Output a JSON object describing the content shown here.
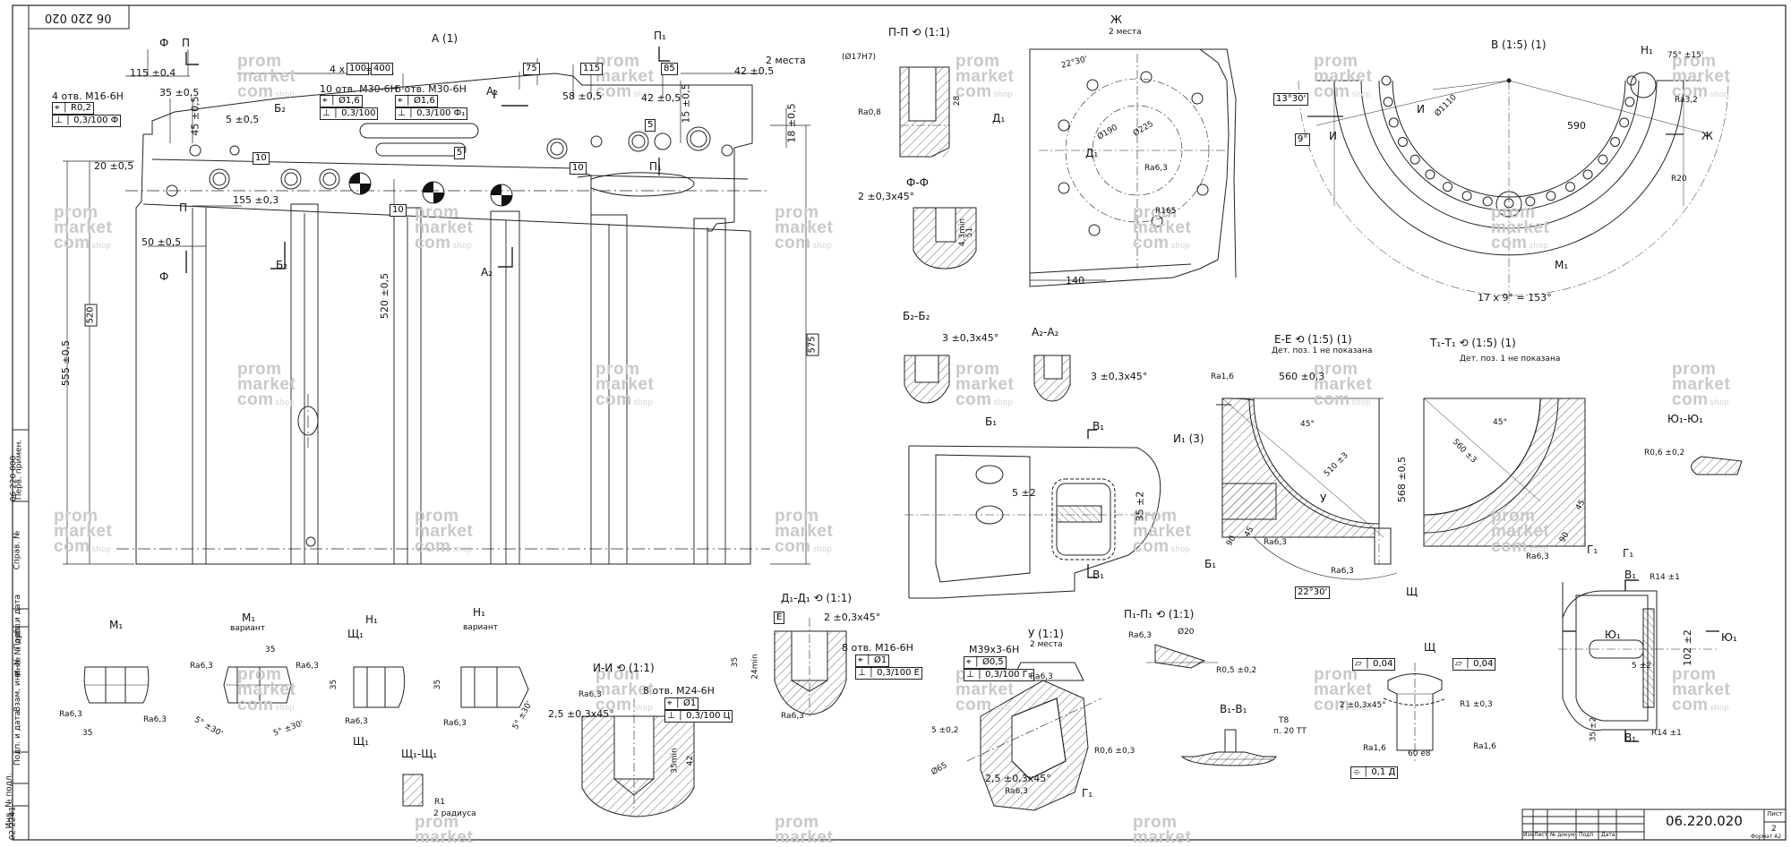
{
  "drawing": {
    "number": "06.220.020",
    "number_rotated": "06 220 020",
    "format_note": "Формат А2",
    "sheet_label": "Лист",
    "sheet_number": "2",
    "title_block_cols": [
      "Изм",
      "Лист",
      "№ докум",
      "Подп",
      "Дата"
    ]
  },
  "watermark": {
    "line1": "prom",
    "line2": "market",
    "line3": "com",
    "suffix": "shop"
  },
  "side_strip": [
    "Инв. № подл.",
    "Подп. и дата",
    "Взам. инв. №",
    "Инв. № дубл.",
    "Подп. и дата",
    "Справ. №",
    "Перв. примен.",
    "06 220 000",
    "02-2241"
  ],
  "views": {
    "main": {
      "title": "А",
      "sub": "(1)"
    },
    "pp": {
      "title": "П-П",
      "scale": "(1:1)"
    },
    "zh": {
      "title": "Ж",
      "note": "2 места"
    },
    "v": {
      "title": "В (1:5)",
      "sub": "(1)"
    },
    "ff": {
      "title": "Ф-Ф"
    },
    "b2b2": {
      "title": "Б₂-Б₂"
    },
    "a2a2": {
      "title": "А₂-А₂"
    },
    "ee": {
      "title": "Е-Е",
      "scale": "(1:5)",
      "sub": "(1)",
      "note": "Дет. поз. 1 не показана"
    },
    "t1t1": {
      "title": "Т₁-Т₁",
      "scale": "(1:5)",
      "sub": "(1)",
      "note": "Дет. поз. 1 не показана"
    },
    "b1": {
      "title": "Б₁"
    },
    "i1": {
      "title": "И₁ (3)"
    },
    "yu1": {
      "title": "Ю₁-Ю₁"
    },
    "g1": {
      "title": "Г₁"
    },
    "m1": {
      "title": "М₁"
    },
    "m1v": {
      "title": "М₁",
      "note": "вариант"
    },
    "n1": {
      "title": "Н₁"
    },
    "n1v": {
      "title": "Н₁",
      "note": "вариант"
    },
    "sh1sh1": {
      "title": "Щ₁-Щ₁"
    },
    "ii": {
      "title": "И-И",
      "scale": "(1:1)"
    },
    "d1d1": {
      "title": "Д₁-Д₁",
      "scale": "(1:1)"
    },
    "u": {
      "title": "У (1:1)",
      "note": "2 места"
    },
    "p1p1": {
      "title": "П₁-П₁",
      "scale": "(1:1)"
    },
    "v1v1": {
      "title": "В₁-В₁"
    },
    "shch": {
      "title": "Щ"
    }
  },
  "dims": {
    "d_115_04": "115 ±0,4",
    "d_4x100": "4 x",
    "d_100": "100",
    "d_400": "400",
    "d_75": "75",
    "d_115": "115",
    "d_85": "85",
    "d_42_05": "42 ±0,5",
    "d_2mesta": "2 места",
    "d_4otv": "4 отв. М16-6Н",
    "d_R02": "R0,2",
    "d_03_100": "0,3/100",
    "d_10otv": "10 отв. М30-6Н",
    "d_16": "Ø1,6",
    "d_6otv": "6 отв. М30-6Н",
    "d_35_05": "35 ±0,5",
    "d_45_05": "45 ±0,5",
    "d_5_05": "5 ±0,5",
    "d_58_05": "58 ±0,5",
    "d_42_05b": "42 ±0,5",
    "d_15_05": "15 ±0,5",
    "d_18_05": "18 ±0,5",
    "d_20_05": "20 ±0,5",
    "d_155_03": "155 ±0,3",
    "d_50_05": "50 ±0,5",
    "d_520": "520",
    "d_555": "555 ±0,5",
    "d_520_05": "520 ±0,5",
    "d_575": "575",
    "d_10": "10",
    "d_5": "5",
    "d_pp_bore": "(Ø17Н7)",
    "d_ra08": "Ra0,8",
    "d_28": "28",
    "d_ff_chamfer": "2 ±0,3x45°",
    "d_43min": "4,3min",
    "d_51": "51",
    "d_zh_22": "22°30'",
    "d_zh_190": "Ø190",
    "d_zh_225": "Ø225",
    "d_zh_ra63": "Ra6,3",
    "d_zh_r65": "R165",
    "d_zh_140": "140",
    "d_v_1330": "13°30'",
    "d_v_9": "9°",
    "d_v_1110": "Ø1110",
    "d_v_590": "590",
    "d_v_75": "75° ±15'",
    "d_v_ra32": "Ra3,2",
    "d_v_r20": "R20",
    "d_v_17x9": "17 x 9° = 153°",
    "d_b2_ch": "3 ±0,3x45°",
    "d_a2_ch": "3 ±0,3x45°",
    "d_ee_560": "560 ±0,3",
    "d_ee_45": "45°",
    "d_ee_510": "510 ±3",
    "d_ee_568": "568 ±0,5",
    "d_ee_ra16": "Ra1,6",
    "d_ee_ra63": "Ra6,3",
    "d_ee_2230": "22°30'",
    "d_ee_90": "90",
    "d_ee_45b": "45",
    "d_t_560": "560 ±3",
    "d_t_45": "45°",
    "d_t_90": "90",
    "d_t_45b": "45",
    "d_t_ra63": "Ra6,3",
    "d_b1_5": "5 ±2",
    "d_b1_35": "35 ±2",
    "d_yu_r06": "R0,6 ±0,2",
    "d_yu_r14": "R14 ±1",
    "d_yu_102": "102 ±2",
    "d_yu_5": "5 ±2",
    "d_yu_35": "35 ±2",
    "d_m1_35": "35",
    "d_m1_ra63": "Ra6,3",
    "d_m1v_35": "35",
    "d_m1v_5": "5° ±30'",
    "d_n1_35": "35",
    "d_n1v_35": "35",
    "d_n1v_5": "5° ±30'",
    "d_sh_r1": "R1",
    "d_sh_2r": "2 радиуса",
    "d_ii_8otv": "8 отв. М24-6Н",
    "d_ii_ch": "2,5 ±0,3x45°",
    "d_ii_35": "35min",
    "d_ii_42": "42",
    "d_ii_01": "Ø1",
    "d_d1_ch": "2 ±0,3x45°",
    "d_d1_8otv": "8 отв. М16-6Н",
    "d_d1_24": "24min",
    "d_d1_35": "35",
    "d_d1_E": "Е",
    "d_u_m39": "М39x3-6Н",
    "d_u_05": "Ø0,5",
    "d_u_5": "5 ±0,2",
    "d_u_ch": "2,5 ±0,3x45°",
    "d_u_65": "Ø65",
    "d_u_r06": "R0,6 ±0,3",
    "d_p1_20": "Ø20",
    "d_p1_r05": "R0,5 ±0,2",
    "d_v1_t8": "Т8",
    "d_v1_20": "п. 20 ТТ",
    "d_sh_004": "0,04",
    "d_sh_ch": "2 ±0,3x45°",
    "d_sh_r1b": "R1 ±0,3",
    "d_sh_60": "60 е8",
    "d_sh_ra16": "Ra1,6",
    "d_sh_01": "0,1 Д",
    "letter_F": "Ф",
    "letter_P": "П",
    "letter_P1": "П₁",
    "letter_A2": "А₂",
    "letter_B2": "Б₂",
    "letter_D1": "Д₁",
    "letter_I": "И",
    "letter_H1": "Н₁",
    "letter_M1": "М₁",
    "letter_Zh": "Ж",
    "letter_U": "У",
    "letter_B1": "Б₁",
    "letter_V1": "В₁",
    "letter_Sch": "Щ",
    "letter_G1": "Г₁",
    "letter_Yu1": "Ю₁",
    "letter_Sh1": "Щ₁"
  }
}
